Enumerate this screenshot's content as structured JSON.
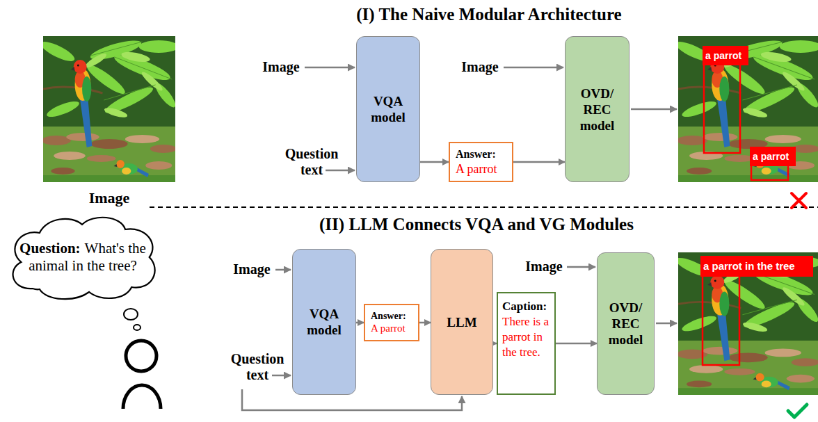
{
  "diagram": {
    "nodes": [
      {
        "text": [
          "VQA model"
        ]
      },
      {
        "text": [
          "Answer:",
          "A parrot"
        ]
      },
      {
        "text": [
          "OVD/ REC model"
        ]
      },
      {
        "text": [
          "a parrot"
        ]
      },
      {
        "text": [
          "a parrot"
        ]
      },
      {
        "text": [
          "Question:",
          "What's the animal in the tree?"
        ]
      },
      {
        "text": [
          "VQA model"
        ]
      },
      {
        "text": [
          "Answer:",
          "A parrot"
        ]
      },
      {
        "text": [
          "LLM"
        ]
      },
      {
        "text": [
          "Caption:",
          "There is a parrot in the tree."
        ]
      },
      {
        "text": [
          "OVD/ REC model"
        ]
      },
      {
        "text": [
          "a parrot in the tree"
        ]
      }
    ],
    "edges": [
      {
        "from": 0,
        "to": 1,
        "arrow": "to"
      },
      {
        "from": 1,
        "to": 2,
        "arrow": "to"
      },
      {
        "from": 6,
        "to": 7,
        "arrow": "to"
      },
      {
        "from": 7,
        "to": 8,
        "arrow": "to"
      },
      {
        "from": 8,
        "to": 9,
        "arrow": "to"
      },
      {
        "from": 9,
        "to": 10,
        "arrow": "to"
      }
    ],
    "labels": [
      "(I) The Naive Modular Architecture",
      "Image",
      "Question text",
      "Image",
      "Image",
      "(II) LLM Connects VQA and VG Modules",
      "Image",
      "Question text",
      "Image"
    ]
  }
}
